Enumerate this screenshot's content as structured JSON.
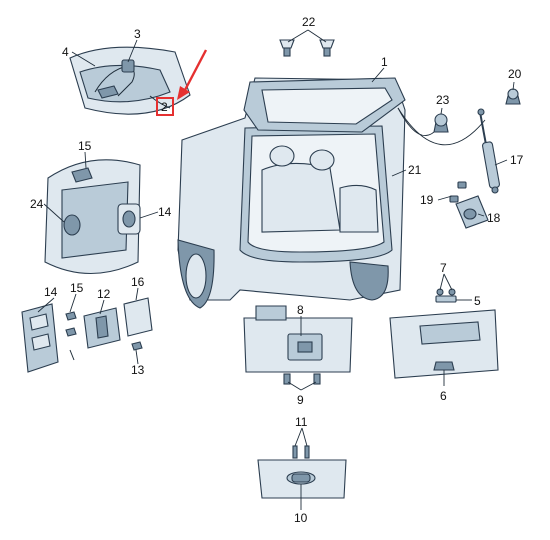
{
  "labels": {
    "p1": "1",
    "p2": "2",
    "p3": "3",
    "p4": "4",
    "p5": "5",
    "p6": "6",
    "p7": "7",
    "p8": "8",
    "p9": "9",
    "p10": "10",
    "p11": "11",
    "p12": "12",
    "p13": "13",
    "p14a": "14",
    "p14b": "14",
    "p15a": "15",
    "p15b": "15",
    "p16": "16",
    "p17": "17",
    "p18": "18",
    "p19": "19",
    "p20": "20",
    "p21": "21",
    "p22": "22",
    "p23": "23",
    "p24": "24"
  },
  "highlight": {
    "part": "2",
    "color": "#e53030"
  }
}
